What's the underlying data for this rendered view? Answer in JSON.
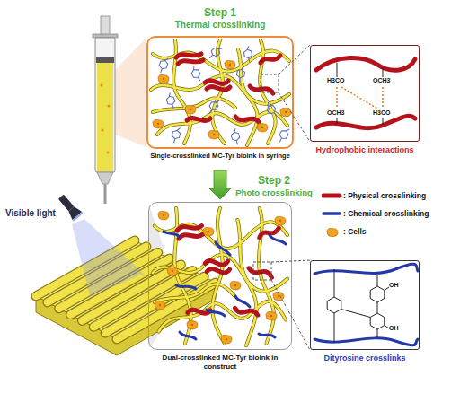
{
  "diagram": {
    "nodes": [
      {
        "text": [
          "Step 1",
          "Thermal crosslinking"
        ]
      },
      {
        "text": [
          "Hydrophobic interactions"
        ]
      },
      {
        "text": [
          "Step 2",
          "Photo crosslinking"
        ]
      },
      {
        "text": [
          "Dityrosine crosslinks"
        ]
      }
    ],
    "edges": [
      {
        "from": 0,
        "to": 1,
        "arrow": "none"
      },
      {
        "from": 0,
        "to": 2,
        "arrow": "to"
      },
      {
        "from": 2,
        "to": 3,
        "arrow": "none"
      }
    ],
    "labels": [
      "Single-crosslinked MC-Tyr bioink in syringe",
      "H3CO",
      "OCH3",
      "OCH3",
      "H3CO",
      "Visible light",
      "Dual-crosslinked MC-Tyr bioink in construct",
      "OH",
      "OH"
    ],
    "legend": [
      {
        "text": ": Physical crosslinking"
      },
      {
        "text": ": Chemical crosslinking"
      },
      {
        "text": ": Cells"
      }
    ]
  }
}
